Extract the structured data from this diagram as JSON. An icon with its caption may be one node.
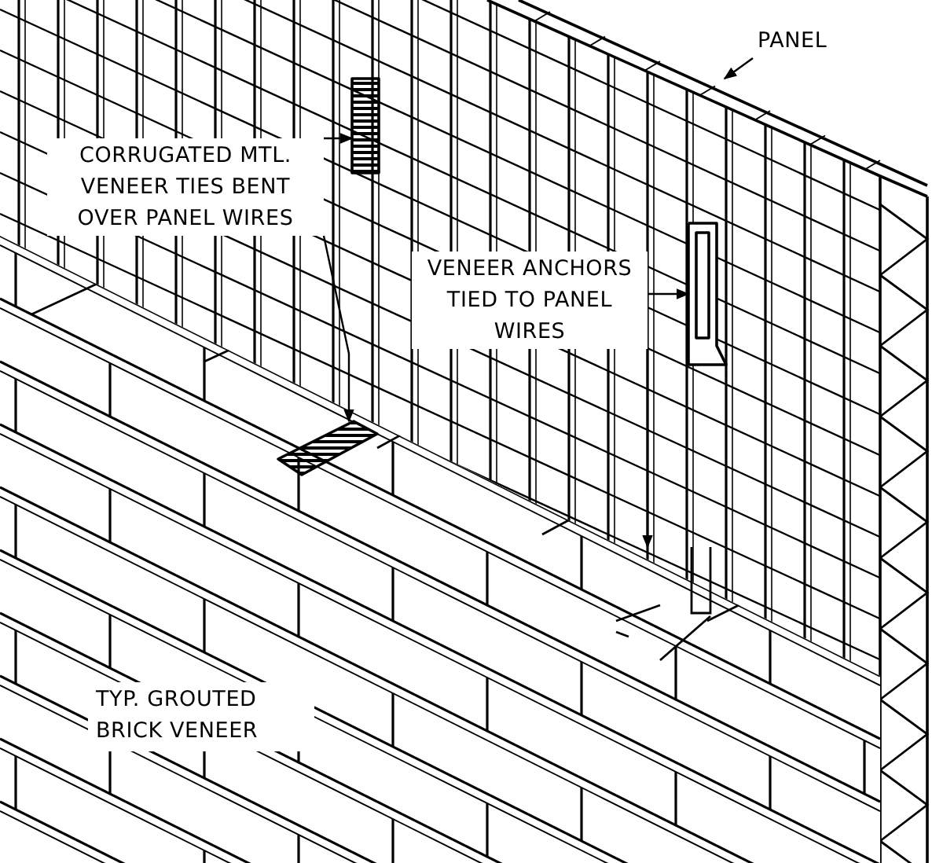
{
  "diagram": {
    "nodes": [
      {
        "text": [
          "PANEL"
        ]
      },
      {
        "text": [
          "CORRUGATED MTL. VENEER TIES BENT OVER PANEL WIRES"
        ]
      },
      {
        "text": [],
        "shape": "bar"
      },
      {
        "text": [],
        "shape": "bar"
      },
      {
        "text": [
          "VENEER ANCHORS TIED TO PANEL WIRES"
        ]
      },
      {
        "text": [],
        "shape": "bar"
      },
      {
        "text": [],
        "shape": "picture"
      }
    ],
    "edges": [
      {
        "from": 0,
        "to": null,
        "arrow": "to"
      },
      {
        "from": 1,
        "to": 2,
        "arrow": "to"
      },
      {
        "from": 1,
        "to": 3,
        "arrow": "to"
      },
      {
        "from": 4,
        "to": 5,
        "arrow": "to"
      },
      {
        "from": 4,
        "to": 6,
        "arrow": "to"
      }
    ],
    "labels": [
      "TYP. GROUTED BRICK VENEER"
    ]
  }
}
